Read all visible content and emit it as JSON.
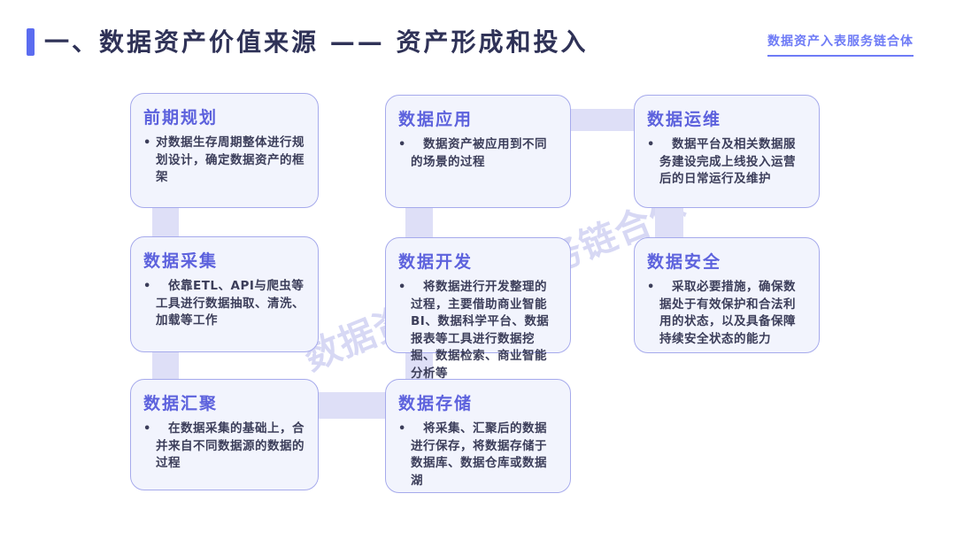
{
  "header": {
    "title": "一、数据资产价值来源 —— 资产形成和投入",
    "link_label": "数据资产入表服务链合体"
  },
  "watermark": {
    "text": "数据资产入表服务链合体"
  },
  "colors": {
    "accent": "#5b6cf0",
    "title_text": "#2f3257",
    "link": "#6e7bf6",
    "card_bg": "#f2f4fd",
    "card_border": "#a6aaec",
    "card_title": "#5d62dd",
    "body_text": "#3c3e5a",
    "connector": "#dedff7",
    "watermark": "#8589e0"
  },
  "cards": [
    {
      "title": "前期规划",
      "marker": "•",
      "text": "对数据生存周期整体进行规划设计，确定数据资产的框架"
    },
    {
      "title": "数据采集",
      "marker": "•",
      "text": "　依靠ETL、API与爬虫等工具进行数据抽取、清洗、加载等工作"
    },
    {
      "title": "数据汇聚",
      "marker": "•",
      "text": "　在数据采集的基础上，合并来自不同数据源的数据的过程"
    },
    {
      "title": "数据应用",
      "marker": "•",
      "text": "　数据资产被应用到不同的场景的过程"
    },
    {
      "title": "数据开发",
      "marker": "•",
      "text": "　将数据进行开发整理的过程，主要借助商业智能BI、数据科学平台、数据报表等工具进行数据挖掘、数据检索、商业智能分析等"
    },
    {
      "title": "数据存储",
      "marker": "•",
      "text": "　将采集、汇聚后的数据进行保存，将数据存储于数据库、数据仓库或数据湖"
    },
    {
      "title": "数据运维",
      "marker": "•",
      "text": "　数据平台及相关数据服务建设完成上线投入运营后的日常运行及维护"
    },
    {
      "title": "数据安全",
      "marker": "•",
      "text": "　采取必要措施，确保数据处于有效保护和合法利用的状态，以及具备保障持续安全状态的能力"
    }
  ]
}
